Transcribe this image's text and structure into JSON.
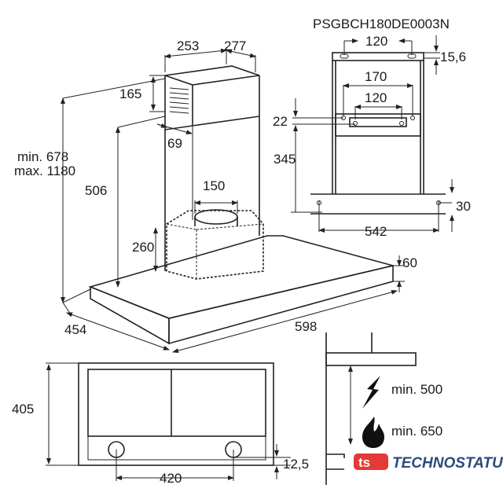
{
  "model": "PSGBCH180DE0003N",
  "main_view": {
    "chimney_width": "253",
    "chimney_depth": "277",
    "vent_height": "165",
    "offset": "69",
    "height_range_min": "min. 678",
    "height_range_max": "max. 1180",
    "chimney_height": "506",
    "outlet_diameter": "150",
    "box_height": "260",
    "canopy_depth": "454",
    "canopy_width": "598",
    "canopy_thickness": "60"
  },
  "bracket_view": {
    "top_hole_spacing": "120",
    "top_hole_offset": "15,6",
    "outer_hole_spacing": "170",
    "inner_hole_spacing": "120",
    "bracket_offset": "22",
    "bracket_height": "345",
    "bottom_offset": "30",
    "bottom_hole_spacing": "542"
  },
  "bottom_view": {
    "depth": "405",
    "hole_spacing": "420",
    "hole_offset": "12,5"
  },
  "clearance": {
    "electric_label": "min. 500",
    "gas_label": "min. 650",
    "electric_icon": "lightning-icon",
    "gas_icon": "flame-icon"
  },
  "watermark": {
    "logo_letters": "ts",
    "brand": "TECHNOSTATUS",
    "logo_color": "#e53935",
    "brand_color": "#2c4a7c"
  }
}
